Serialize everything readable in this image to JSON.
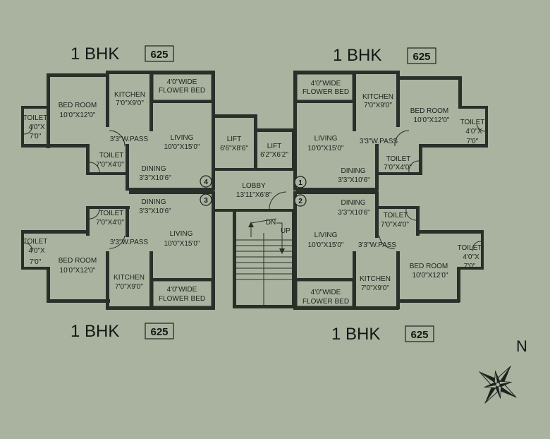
{
  "units": {
    "top_left": {
      "title": "1 BHK",
      "area": "625"
    },
    "top_right": {
      "title": "1 BHK",
      "area": "625"
    },
    "bottom_left": {
      "title": "1 BHK",
      "area": "625"
    },
    "bottom_right": {
      "title": "1 BHK",
      "area": "625"
    }
  },
  "rooms": {
    "tl_bedroom": {
      "name": "BED ROOM",
      "dim": "10'0\"X12'0\""
    },
    "tl_kitchen": {
      "name": "KITCHEN",
      "dim": "7'0\"X9'0\""
    },
    "tl_flowerbed": {
      "name": "4'0\"WIDE",
      "dim": "FLOWER BED"
    },
    "tl_toilet_out": {
      "name": "TOILET",
      "dim": "4'0\"X",
      "dim2": "7'0\""
    },
    "tl_pass": {
      "name": "3'3\"W.PASS"
    },
    "tl_living": {
      "name": "LIVING",
      "dim": "10'0\"X15'0\""
    },
    "tl_toilet": {
      "name": "TOILET",
      "dim": "7'0\"X4'0\""
    },
    "tl_dining": {
      "name": "DINING",
      "dim": "3'3\"X10'6\""
    },
    "tr_flowerbed": {
      "name": "4'0\"WIDE",
      "dim": "FLOWER BED"
    },
    "tr_kitchen": {
      "name": "KITCHEN",
      "dim": "7'0\"X9'0\""
    },
    "tr_bedroom": {
      "name": "BED ROOM",
      "dim": "10'0\"X12'0\""
    },
    "tr_toilet_out": {
      "name": "TOILET",
      "dim": "4'0\"X",
      "dim2": "7'0\""
    },
    "tr_living": {
      "name": "LIVING",
      "dim": "10'0\"X15'0\""
    },
    "tr_pass": {
      "name": "3'3\"W.PASS"
    },
    "tr_toilet": {
      "name": "TOILET",
      "dim": "7'0\"X4'0\""
    },
    "tr_dining": {
      "name": "DINING",
      "dim": "3'3\"X10'6\""
    },
    "lift_a": {
      "name": "LIFT",
      "dim": "6'6\"X8'6\""
    },
    "lift_b": {
      "name": "LIFT",
      "dim": "6'2\"X6'2\""
    },
    "lobby": {
      "name": "LOBBY",
      "dim": "13'11\"X6'8\""
    },
    "stairs_dn": "DN",
    "stairs_up": "UP",
    "bl_toilet": {
      "name": "TOILET",
      "dim": "7'0\"X4'0\""
    },
    "bl_dining": {
      "name": "DINING",
      "dim": "3'3\"X10'6\""
    },
    "bl_toilet_out": {
      "name": "TOILET",
      "dim": "4'0\"X",
      "dim2": "7'0\""
    },
    "bl_pass": {
      "name": "3'3\"W.PASS"
    },
    "bl_living": {
      "name": "LIVING",
      "dim": "10'0\"X15'0\""
    },
    "bl_bedroom": {
      "name": "BED ROOM",
      "dim": "10'0\"X12'0\""
    },
    "bl_kitchen": {
      "name": "KITCHEN",
      "dim": "7'0\"X9'0\""
    },
    "bl_flowerbed": {
      "name": "4'0\"WIDE",
      "dim": "FLOWER BED"
    },
    "br_dining": {
      "name": "DINING",
      "dim": "3'3\"X10'6\""
    },
    "br_toilet": {
      "name": "TOILET",
      "dim": "7'0\"X4'0\""
    },
    "br_living": {
      "name": "LIVING",
      "dim": "10'0\"X15'0\""
    },
    "br_pass": {
      "name": "3'3\"W.PASS"
    },
    "br_toilet_out": {
      "name": "TOILET",
      "dim": "4'0\"X",
      "dim2": "7'0\""
    },
    "br_bedroom": {
      "name": "BED ROOM",
      "dim": "10'0\"X12'0\""
    },
    "br_kitchen": {
      "name": "KITCHEN",
      "dim": "7'0\"X9'0\""
    },
    "br_flowerbed": {
      "name": "4'0\"WIDE",
      "dim": "FLOWER BED"
    }
  },
  "flat_numbers": {
    "n1": "1",
    "n2": "2",
    "n3": "3",
    "n4": "4"
  },
  "compass": {
    "label": "N"
  },
  "colors": {
    "background": "#a9b39f",
    "wall": "#2a2f2a"
  }
}
